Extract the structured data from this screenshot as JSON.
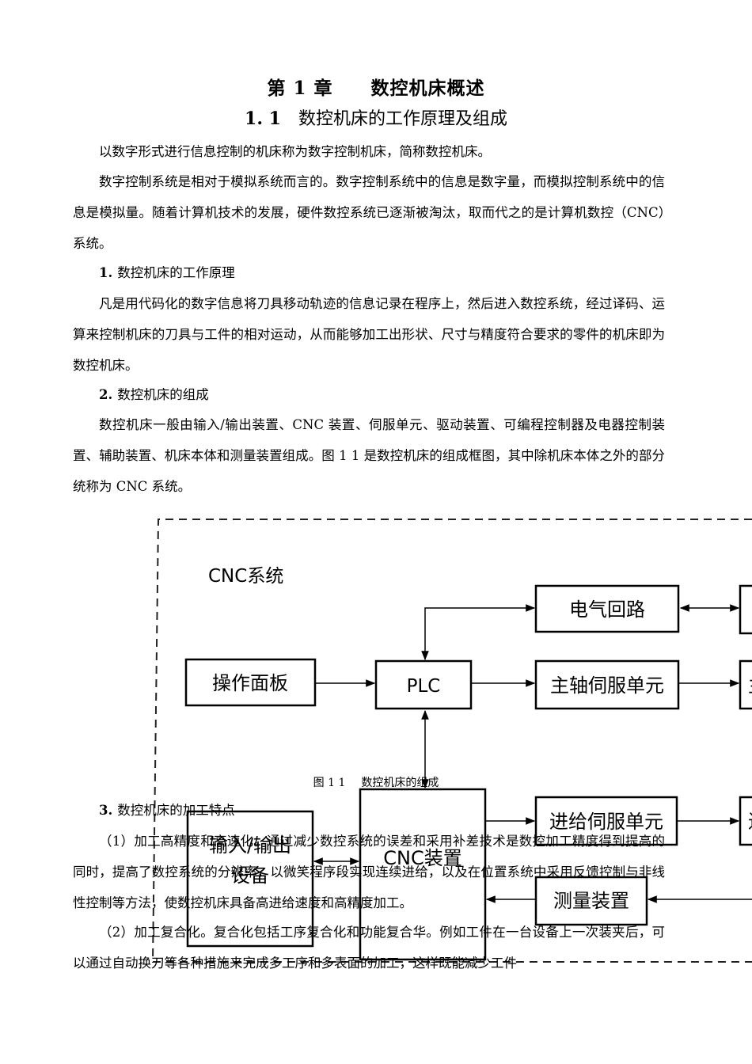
{
  "chapter": {
    "title": "第 1 章　　数控机床概述"
  },
  "section": {
    "number": "1. 1",
    "title": "数控机床的工作原理及组成"
  },
  "paragraphs": {
    "p1": "以数字形式进行信息控制的机床称为数字控制机床，简称数控机床。",
    "p2": "数字控制系统是相对于模拟系统而言的。数字控制系统中的信息是数字量，而模拟控制系统中的信息是模拟量。随着计算机技术的发展，硬件数控系统已逐渐被淘汰，取而代之的是计算机数控（CNC）系统。",
    "h1_num": "1.",
    "h1_text": "数控机床的工作原理",
    "p3": "凡是用代码化的数字信息将刀具移动轨迹的信息记录在程序上，然后进入数控系统，经过译码、运算来控制机床的刀具与工件的相对运动，从而能够加工出形状、尺寸与精度符合要求的零件的机床即为数控机床。",
    "h2_num": "2.",
    "h2_text": "数控机床的组成",
    "p4": "数控机床一般由输入/输出装置、CNC 装置、伺服单元、驱动装置、可编程控制器及电器控制装置、辅助装置、机床本体和测量装置组成。图 1 1 是数控机床的组成框图，其中除机床本体之外的部分统称为 CNC 系统。",
    "h3_num": "3.",
    "h3_text": "数控机床的加工特点",
    "p5": "（1）加工高精度和高速化。通过减少数控系统的误差和采用补差技术是数控加工精度得到提高的同时，提高了数控系统的分辨率，以微笑程序段实现连续进给，以及在位置系统中采用反馈控制与非线性控制等方法，使数控机床具备高进给速度和高精度加工。",
    "p6": "（2）加工复合化。复合化包括工序复合化和功能复合华。例如工件在一台设备上一次装夹后，可以通过自动换刀等各种措施来完成多工序和多表面的加工，这样既能减少工件"
  },
  "figure": {
    "caption_num": "图 1 1",
    "caption_text": "数控机床的组成",
    "group_label": "CNC系统",
    "boxes": {
      "electric": "电气回路",
      "panel": "操作面板",
      "plc": "PLC",
      "spindle": "主轴伺服单元",
      "io_line1": "输入/输出",
      "io_line2": "设备",
      "cnc": "CNC装置",
      "feed": "进给伺服单元",
      "measure": "测量装置",
      "cut_spindle": "主",
      "cut_feed": "进"
    }
  }
}
